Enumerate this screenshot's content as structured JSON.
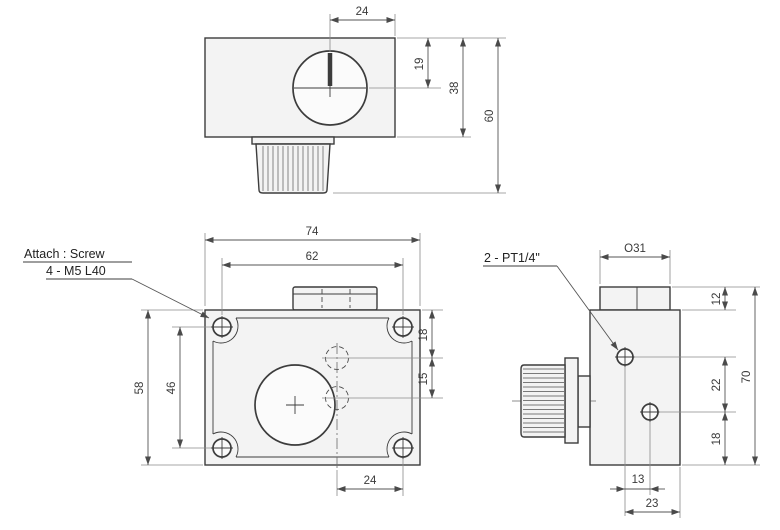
{
  "drawing": {
    "kind": "technical-dimension-drawing",
    "views": {
      "top": {
        "dims": {
          "d24": "24",
          "d19": "19",
          "d38": "38",
          "d60": "60"
        }
      },
      "front": {
        "note_line1": "Attach : Screw",
        "note_line2": "4 - M5 L40",
        "dims": {
          "d74": "74",
          "d62": "62",
          "d58": "58",
          "d46": "46",
          "d18": "18",
          "d15": "15",
          "d24": "24"
        }
      },
      "side": {
        "note": "2 - PT1/4\"",
        "dims": {
          "dia": "O31",
          "d12": "12",
          "d70": "70",
          "d22": "22",
          "d18": "18",
          "d13": "13",
          "d23": "23"
        }
      }
    },
    "colors": {
      "line": "#3c3c3c",
      "dimension": "#555555",
      "fill_light": "#f3f3f3",
      "background": "#ffffff"
    }
  }
}
